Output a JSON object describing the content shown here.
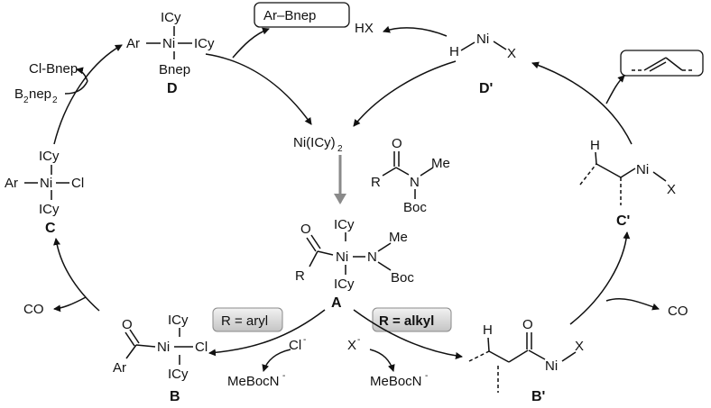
{
  "compounds": {
    "D": {
      "label": "D",
      "ar": "Ar",
      "ni": "Ni",
      "icy_top": "ICy",
      "icy_right": "ICy",
      "bnep": "Bnep"
    },
    "ar_bnep": "Ar–Bnep",
    "hx": "HX",
    "Dp": {
      "label": "D'",
      "h": "H",
      "ni": "Ni",
      "x": "X"
    },
    "alkene_box": "",
    "cl_bnep": "Cl-Bnep",
    "b2nep2": {
      "b": "B",
      "sub1": "2",
      "nep": "nep",
      "sub2": "2"
    },
    "ni_icy2": {
      "main": "Ni(ICy)",
      "sub": "2"
    },
    "amide": {
      "o": "O",
      "r": "R",
      "n": "N",
      "me": "Me",
      "boc": "Boc"
    },
    "C": {
      "label": "C",
      "ar": "Ar",
      "ni": "Ni",
      "cl": "Cl",
      "icy_top": "ICy",
      "icy_bottom": "ICy"
    },
    "A": {
      "label": "A",
      "o": "O",
      "r": "R",
      "ni": "Ni",
      "n": "N",
      "me": "Me",
      "boc": "Boc",
      "icy_top": "ICy",
      "icy_bottom": "ICy"
    },
    "Cp": {
      "label": "C'",
      "h": "H",
      "ni": "Ni",
      "x": "X"
    },
    "B": {
      "label": "B",
      "o": "O",
      "ar": "Ar",
      "ni": "Ni",
      "cl": "Cl",
      "icy_top": "ICy",
      "icy_bottom": "ICy"
    },
    "Bp": {
      "label": "B'",
      "h": "H",
      "o": "O",
      "ni": "Ni",
      "x": "X"
    },
    "co_left": "CO",
    "co_right": "CO",
    "r_aryl": "R = aryl",
    "r_alkyl": "R = alkyl",
    "cl_minus": {
      "main": "Cl",
      "sup": "-"
    },
    "x_minus": {
      "main": "X",
      "sup": "-"
    },
    "mebocn_left": {
      "main": "MeBocN",
      "sup": "-"
    },
    "mebocn_right": {
      "main": "MeBocN",
      "sup": "-"
    }
  },
  "colors": {
    "ink": "#111111",
    "center_arrow": "#8a8a8a",
    "badge_fill": "#d9d9d9",
    "badge_border": "#8a8a8a"
  }
}
